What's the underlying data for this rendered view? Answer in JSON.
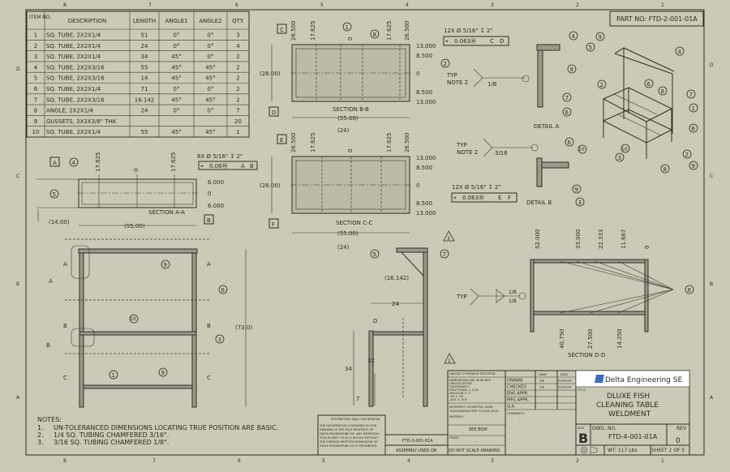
{
  "colors": {
    "paper": "#cbcab6",
    "ink": "#2d2d28",
    "logo_bg": "#ffffff",
    "logo_icon": "#3a6fc0"
  },
  "zones": {
    "cols": [
      "8",
      "7",
      "6",
      "5",
      "4",
      "3",
      "2",
      "1"
    ],
    "rows": [
      "D",
      "C",
      "B",
      "A"
    ]
  },
  "part_no": "PART NO: FTD-2-001-01A",
  "bom": {
    "headers": [
      "ITEM NO.",
      "DESCRIPTION",
      "LENGTH",
      "ANGLE1",
      "ANGLE2",
      "QTY."
    ],
    "rows": [
      [
        "1",
        "SQ. TUBE, 2X2X1/4",
        "51",
        "0°",
        "0°",
        "3"
      ],
      [
        "2",
        "SQ. TUBE, 2X2X1/4",
        "24",
        "0°",
        "0°",
        "4"
      ],
      [
        "3",
        "SQ. TUBE, 2X2X1/4",
        "34",
        "45°",
        "0°",
        "2"
      ],
      [
        "4",
        "SQ. TUBE, 2X2X3/16",
        "55",
        "45°",
        "45°",
        "2"
      ],
      [
        "5",
        "SQ. TUBE, 2X2X3/16",
        "14",
        "45°",
        "45°",
        "2"
      ],
      [
        "6",
        "SQ. TUBE, 2X2X1/4",
        "71",
        "0°",
        "0°",
        "2"
      ],
      [
        "7",
        "SQ. TUBE, 2X2X3/16",
        "16.142",
        "45°",
        "45°",
        "2"
      ],
      [
        "8",
        "ANGLE, 2X2X1/4",
        "24",
        "0°",
        "0°",
        "7"
      ],
      [
        "9",
        "GUSSETS, 3X3X3/8\" THK",
        "",
        "",
        "",
        "20"
      ],
      [
        "10",
        "SQ. TUBE, 2X2X1/4",
        "55",
        "45°",
        "45°",
        "1"
      ]
    ]
  },
  "section_aa": {
    "label": "SECTION A-A",
    "datum_a": "A",
    "datum_b": "B",
    "hole_callout": "8X Ø 5/16\" ↧ 2\"",
    "fcf": [
      "⌖",
      "0.06Ⓜ",
      "A",
      "B"
    ],
    "dims_top": [
      "17.625",
      "0",
      "17.625"
    ],
    "dims_right": [
      "6.000",
      "0",
      "6.000"
    ],
    "width": "(55.00)",
    "depth": "(14.00)",
    "balloons": [
      "4",
      "5"
    ]
  },
  "section_bb": {
    "label": "SECTION B-B",
    "datum_c": "C",
    "datum_d": "D",
    "hole_callout": "12X Ø 5/16\" ↧ 2\"",
    "fcf": [
      "⌖",
      "0.063Ⓜ",
      "C",
      "D"
    ],
    "dims_top": [
      "26.500",
      "17.625",
      "0",
      "17.625",
      "26.500"
    ],
    "dims_right": [
      "13.000",
      "8.500",
      "0",
      "8.500",
      "13.000"
    ],
    "height": "(28.00)",
    "width": "(55.00)",
    "inner": "(24)",
    "balloons": [
      "1",
      "8",
      "2"
    ]
  },
  "section_cc": {
    "label": "SECTION C-C",
    "datum_e": "E",
    "datum_f": "F",
    "hole_callout": "12X Ø 5/16\" ↧ 2\"",
    "fcf": [
      "⌖",
      "0.063Ⓜ",
      "E",
      "F"
    ],
    "dims_top": [
      "26.500",
      "17.625",
      "0",
      "17.625",
      "26.500"
    ],
    "dims_right": [
      "13.000",
      "8.500",
      "0",
      "8.500",
      "13.000"
    ],
    "height": "(28.00)",
    "width": "(55.00)",
    "inner": "(24)"
  },
  "weld_a": {
    "typ": "TYP",
    "note": "NOTE 2",
    "size": "1/8"
  },
  "weld_b": {
    "typ": "TYP",
    "note": "NOTE 2",
    "size": "3/16"
  },
  "detail_a": {
    "label": "DETAIL A",
    "balloons": [
      "4",
      "9",
      "7",
      "6"
    ]
  },
  "detail_b": {
    "label": "DETAIL B",
    "balloons": [
      "6",
      "10",
      "9",
      "3"
    ]
  },
  "iso": {
    "balloons": [
      "9",
      "5",
      "4",
      "6",
      "7",
      "2",
      "8",
      "1",
      "6",
      "10",
      "3",
      "2",
      "9",
      "8"
    ]
  },
  "front": {
    "height": "(73.0)",
    "sections": [
      "A",
      "A",
      "B",
      "B",
      "C",
      "C"
    ],
    "details": [
      "A",
      "B"
    ],
    "balloons": [
      "9",
      "6",
      "10",
      "3",
      "1",
      "9"
    ]
  },
  "side": {
    "dims": [
      "(16.142)",
      "24",
      "32",
      "34",
      "7"
    ],
    "section": "D",
    "balloons": [
      "5",
      "7"
    ],
    "notes_tri": [
      "3",
      "2"
    ]
  },
  "section_dd": {
    "label": "SECTION D-D",
    "dims_top": [
      "52.000",
      "33.000",
      "22.333",
      "11.667",
      "0"
    ],
    "dims_bottom": [
      "40.750",
      "27.500",
      "14.250"
    ],
    "typ": "TYP",
    "weld": [
      "1/8",
      "1/8"
    ],
    "balloon": "8"
  },
  "notes": {
    "title": "NOTES:",
    "items": [
      [
        "1.",
        "UN-TOLERANCED DIMENSIONS LOCATING TRUE POSITION ARE BASIC."
      ],
      [
        "2.",
        "1/4 SQ. TUBING CHAMFERED 3/16\"."
      ],
      [
        "3.",
        "3/16 SQ. TUBING CHAMFERED 1/8\"."
      ]
    ]
  },
  "proprietary": {
    "title": "PROPRIETARY AND CONFIDENTIAL",
    "lines": [
      "THE INFORMATION CONTAINED IN THIS",
      "DRAWING IS THE SOLE PROPERTY OF",
      "DELTA ENGINEERING SE. ANY REPRODUC-",
      "TION IN PART OR AS A WHOLE WITHOUT",
      "THE EXPRESS WRITTEN PERMISSION OF",
      "DELTA ENGINEERING SE IS PROHIBITED."
    ]
  },
  "next_assy": {
    "value": "FTD-3-001-01A",
    "label": "ASSEMBLY USED ON"
  },
  "tolerances": {
    "header": "UNLESS OTHERWISE SPECIFIED:",
    "lines": [
      "DIMENSIONS ARE IN INCHES",
      "UNLESS NOTED.",
      "TOLERANCES:",
      "FRACTIONAL ± 1/32",
      "ANGULAR ± 1°",
      ".XX ± .03",
      ".XXX ± .005"
    ],
    "gdt": [
      "INTERPRET GEOMETRIC ASME",
      "TOLERANCING PER: Y14.5M-2018"
    ],
    "material_label": "MATERIAL",
    "material": "SEE BOM",
    "finish_label": "FINISH",
    "finish": "-",
    "no_scale": "DO NOT SCALE DRAWING"
  },
  "approvals": {
    "headers": [
      "NAME",
      "DATE"
    ],
    "rows": [
      [
        "DRAWN",
        "CBJ",
        "03/04/26"
      ],
      [
        "CHECKED",
        "CBJ",
        "03/04/26"
      ],
      [
        "ENG APPR.",
        "",
        ""
      ],
      [
        "MFG APPR.",
        "",
        ""
      ],
      [
        "Q.A.",
        "",
        ""
      ]
    ],
    "comments_label": "COMMENTS:",
    "comments": "-"
  },
  "title_block": {
    "company": "Delta Engineering SE",
    "title_label": "TITLE:",
    "title_lines": [
      "DLUXE FISH",
      "CLEANING TABLE",
      "WELDMENT"
    ],
    "size_label": "SIZE",
    "size": "B",
    "dwg_label": "DWG.  NO.",
    "dwg_no": "FTD-4-001-01A",
    "rev_label": "REV",
    "rev": "0",
    "weight": "WT: 117 Lbs",
    "sheet": "SHEET 2 OF 5"
  }
}
